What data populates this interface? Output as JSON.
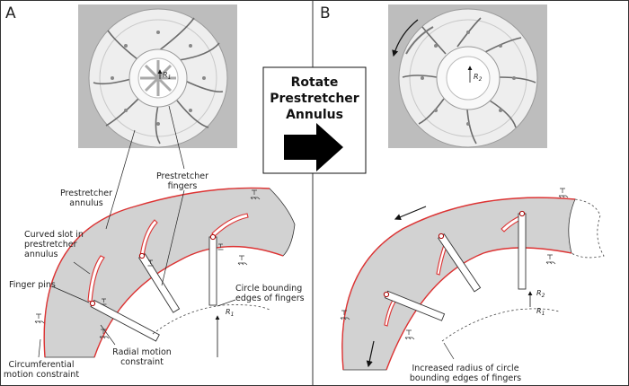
{
  "panels": {
    "left_letter": "A",
    "right_letter": "B"
  },
  "center": {
    "line1": "Rotate",
    "line2": "Prestretcher",
    "line3": "Annulus"
  },
  "photo_labels": {
    "left_radius": "R",
    "left_radius_sub": "1",
    "right_radius": "R",
    "right_radius_sub": "2"
  },
  "left_labels": {
    "prestretcher_annulus_1": "Prestretcher",
    "prestretcher_annulus_2": "annulus",
    "prestretcher_fingers_1": "Prestretcher",
    "prestretcher_fingers_2": "fingers",
    "curved_slot_1": "Curved slot in",
    "curved_slot_2": "prestretcher",
    "curved_slot_3": "annulus",
    "finger_pins": "Finger pins",
    "circle_bounding_1": "Circle bounding",
    "circle_bounding_2": "edges of fingers",
    "r1": "R",
    "r1_sub": "1",
    "circumferential_1": "Circumferential",
    "circumferential_2": "motion constraint",
    "radial_1": "Radial motion",
    "radial_2": "constraint"
  },
  "right_labels": {
    "r2": "R",
    "r2_sub": "2",
    "r1": "R",
    "r1_sub": "1",
    "increased_1": "Increased radius of circle",
    "increased_2": "bounding edges of fingers"
  }
}
